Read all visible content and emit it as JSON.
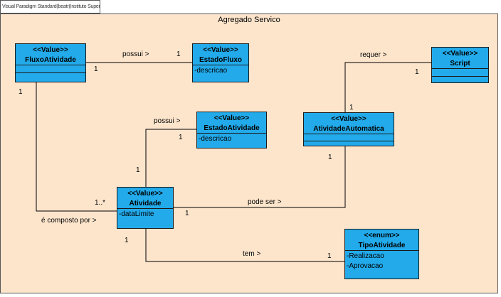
{
  "package": {
    "tab_label": "Visual Paradigm Standard(beatr(Instituto Superior de Engenharia do Porto))",
    "title": "Agregado Servico"
  },
  "classes": {
    "fluxo": {
      "stereotype": "<<Value>>",
      "name": "FluxoAtividade",
      "attributes": []
    },
    "estadofluxo": {
      "stereotype": "<<Value>>",
      "name": "EstadoFluxo",
      "attributes": [
        "-descricao"
      ]
    },
    "script": {
      "stereotype": "<<Value>>",
      "name": "Script",
      "attributes": []
    },
    "estadoatividade": {
      "stereotype": "<<Value>>",
      "name": "EstadoAtividade",
      "attributes": [
        "-descricao"
      ]
    },
    "atividadeautomatica": {
      "stereotype": "<<Value>>",
      "name": "AtividadeAutomatica",
      "attributes": []
    },
    "atividade": {
      "stereotype": "<<Value>>",
      "name": "Atividade",
      "attributes": [
        "-dataLimite"
      ]
    },
    "tipoatividade": {
      "stereotype": "<<enum>>",
      "name": "TipoAtividade",
      "attributes": [
        "-Realizacao",
        "-Aprovacao"
      ]
    }
  },
  "associations": {
    "fluxo_estadofluxo": {
      "label": "possui >",
      "source_mult": "1",
      "target_mult": "1"
    },
    "auto_script": {
      "label": "requer >",
      "source_mult": "1",
      "target_mult": "1"
    },
    "atividade_estadoatividade": {
      "label": "possui >",
      "source_mult": "1",
      "target_mult": "1"
    },
    "fluxo_atividade": {
      "label": "é composto por >",
      "source_mult": "1",
      "target_mult": "1..*"
    },
    "atividade_auto": {
      "label": "pode ser >",
      "source_mult": "1",
      "target_mult": "1"
    },
    "atividade_tipo": {
      "label": "tem >",
      "source_mult": "1",
      "target_mult": "1"
    }
  },
  "colors": {
    "class_fill": "#22aaea",
    "package_fill": "#fde5cc",
    "line": "#000000"
  }
}
